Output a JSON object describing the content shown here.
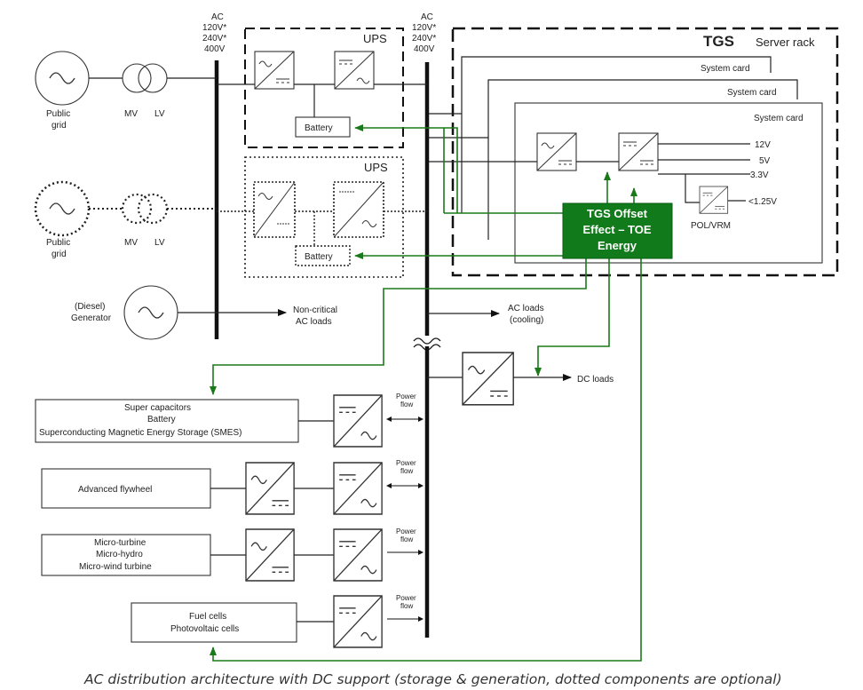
{
  "title": {
    "brand": "TGS",
    "rack": "Server rack"
  },
  "bus_left": {
    "line1": "AC",
    "line2": "120V*",
    "line3": "240V*",
    "line4": "400V"
  },
  "bus_right": {
    "line1": "AC",
    "line2": "120V*",
    "line3": "240V*",
    "line4": "400V"
  },
  "grid": {
    "public": "Public",
    "grid": "grid",
    "mv": "MV",
    "lv": "LV"
  },
  "generator": {
    "line1": "(Diesel)",
    "line2": "Generator"
  },
  "ups": {
    "label": "UPS",
    "battery": "Battery"
  },
  "cards": {
    "label": "System card"
  },
  "voltages": [
    "12V",
    "5V",
    "3.3V",
    "<1.25V"
  ],
  "pol": "POL/VRM",
  "tgs": {
    "line1": "TGS Offset",
    "line2": "Effect – TOE",
    "line3": "Energy"
  },
  "loads": {
    "noncritical_1": "Non-critical",
    "noncritical_2": "AC loads",
    "ac_1": "AC loads",
    "ac_2": "(cooling)",
    "dc": "DC loads"
  },
  "power_flow": {
    "line1": "Power",
    "line2": "flow"
  },
  "storage": {
    "s1": "Super capacitors",
    "s2": "Battery",
    "s3": "Superconducting Magnetic Energy Storage (SMES)",
    "flywheel": "Advanced flywheel",
    "turbine_1": "Micro-turbine",
    "turbine_2": "Micro-hydro",
    "turbine_3": "Micro-wind turbine",
    "fuel_1": "Fuel cells",
    "fuel_2": "Photovoltaic cells"
  },
  "caption": "AC distribution architecture with DC support (storage & generation, dotted components are optional)",
  "colors": {
    "tgs_fill": "#117a1a",
    "green_line": "#1a7a1a"
  }
}
